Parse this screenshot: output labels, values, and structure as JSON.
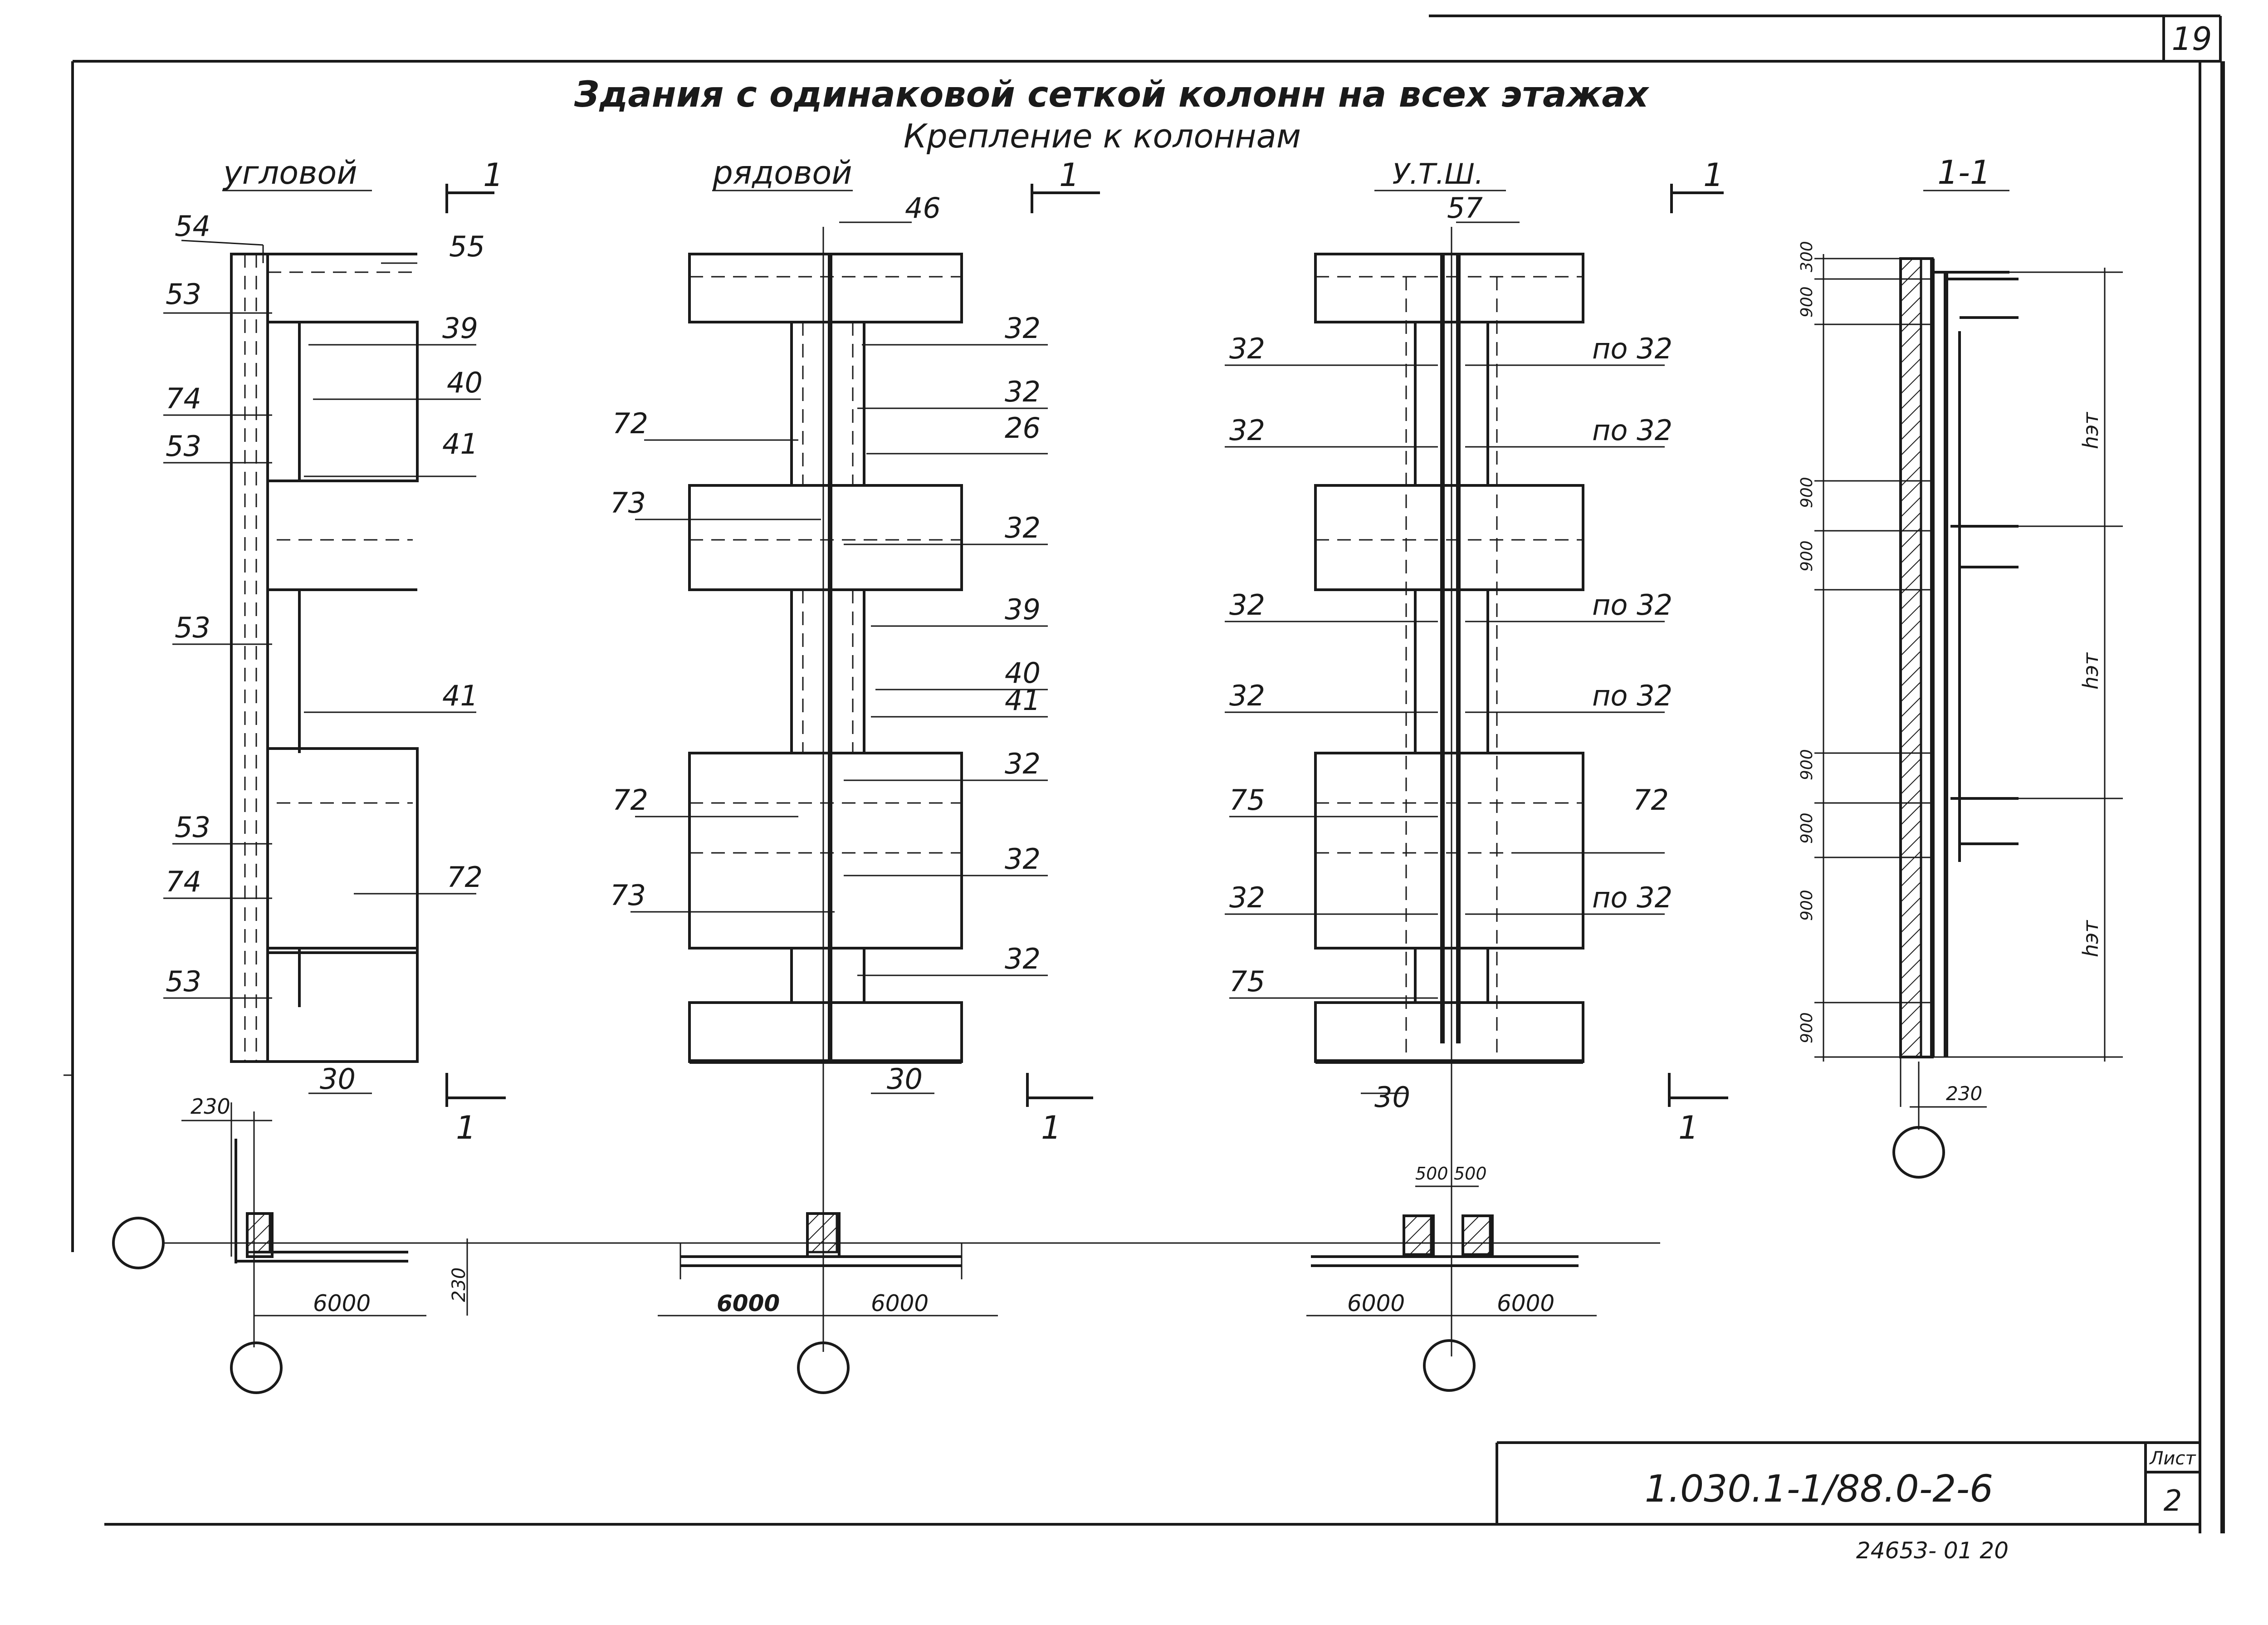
{
  "sheet": {
    "page_number": "19",
    "title_line1": "Здания с одинаковой сеткой колонн на всех этажах",
    "title_line2": "Крепление к колоннам",
    "document_code": "1.030.1-1/88.0-2-6",
    "sheet_label": "Лист",
    "sheet_number": "2",
    "archive_number": "24653- 01   20"
  },
  "views": {
    "corner": {
      "title": "угловой",
      "section_mark": "1",
      "callouts": [
        "54",
        "55",
        "53",
        "39",
        "74",
        "40",
        "53",
        "41",
        "53",
        "41",
        "53",
        "74",
        "72",
        "53",
        "30"
      ],
      "plan_dims": [
        "230",
        "230",
        "6000"
      ]
    },
    "row": {
      "title": "рядовой",
      "section_mark": "1",
      "callouts": [
        "46",
        "32",
        "32",
        "72",
        "26",
        "73",
        "32",
        "39",
        "40",
        "41",
        "32",
        "72",
        "32",
        "73",
        "32",
        "30"
      ],
      "plan_dims": [
        "6000",
        "6000"
      ]
    },
    "utsh": {
      "title": "У.Т.Ш.",
      "section_mark": "1",
      "callouts": [
        "57",
        "32",
        "по 32",
        "32",
        "по 32",
        "32",
        "по 32",
        "32",
        "по 32",
        "75",
        "72",
        "32",
        "по 32",
        "75",
        "30"
      ],
      "plan_dims": [
        "500",
        "500",
        "6000",
        "6000"
      ]
    },
    "section": {
      "title": "1-1",
      "dims": [
        "300",
        "900",
        "900",
        "900",
        "900",
        "900",
        "900",
        "900"
      ],
      "heights": [
        "hэт",
        "hэт",
        "hэт"
      ],
      "base_dim": "230"
    }
  }
}
